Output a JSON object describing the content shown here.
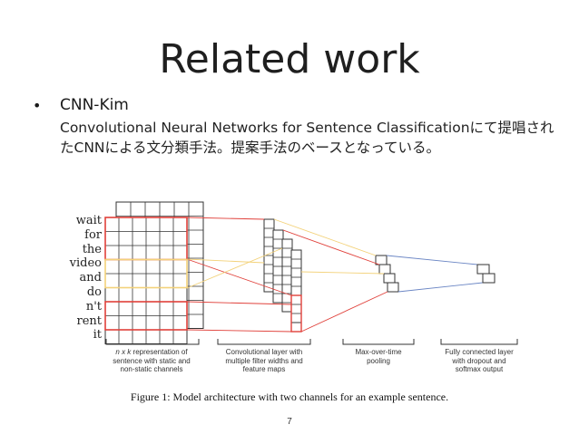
{
  "slide": {
    "title": "Related work",
    "bullet_symbol": "•",
    "bullet_head": "CNN-Kim",
    "bullet_desc": "Convolutional Neural Networks for Sentence Classificationにて提唱されたCNNによる文分類手法。提案手法のベースとなっている。"
  },
  "figure": {
    "words": [
      "wait",
      "for",
      "the",
      "video",
      "and",
      "do",
      "n't",
      "rent",
      "it"
    ],
    "labels": {
      "input_line1_italic": "n x k",
      "input_line1_rest": " representation of",
      "input_line2": "sentence with static and",
      "input_line3": "non-static channels",
      "conv_line1": "Convolutional layer with",
      "conv_line2": "multiple filter widths and",
      "conv_line3": "feature maps",
      "pool_line1": "Max-over-time",
      "pool_line2": "pooling",
      "fc_line1": "Fully connected layer",
      "fc_line2": "with dropout and",
      "fc_line3": "softmax output"
    },
    "caption": "Figure 1: Model architecture with two channels for an example sentence.",
    "colors": {
      "red": "#e0403a",
      "yellow": "#f3d27a",
      "blue": "#6b86c4",
      "grid": "#333333"
    }
  },
  "page_number": "7"
}
